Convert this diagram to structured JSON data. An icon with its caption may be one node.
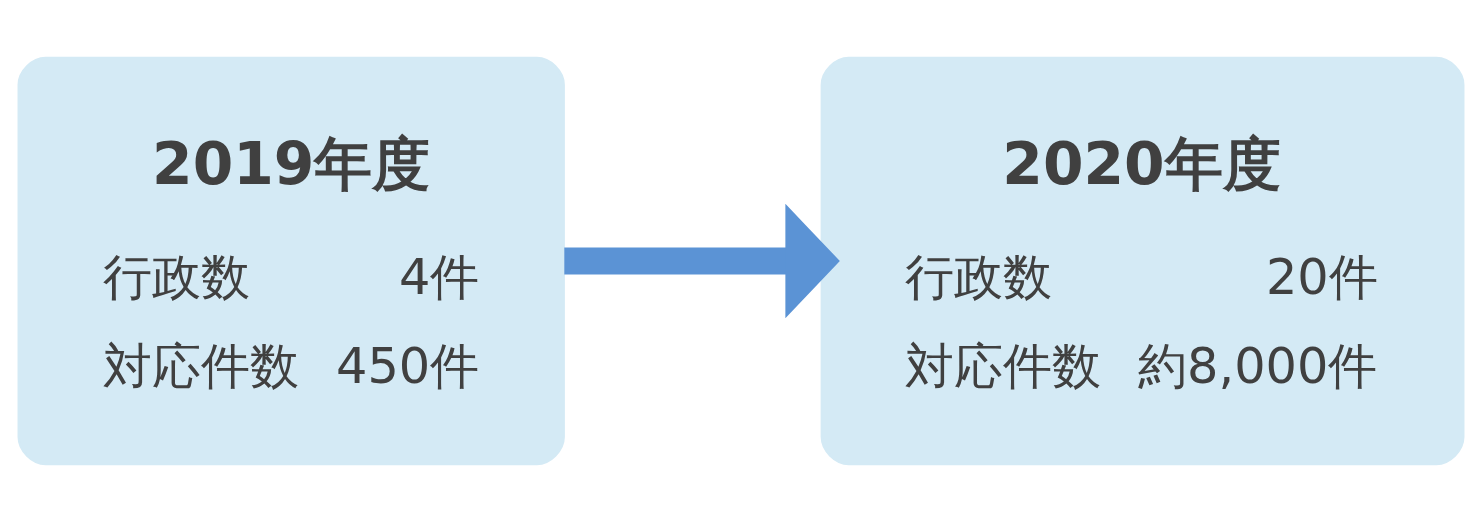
{
  "diagram": {
    "nodes": [
      {
        "text": [
          "2019年度",
          "行政数",
          "4件",
          "対応件数",
          "450件"
        ]
      },
      {
        "text": [
          "2020年度",
          "行政数",
          "20件",
          "対応件数",
          "約8,000件"
        ]
      }
    ],
    "edges": [
      {
        "from": 0,
        "to": 1,
        "arrow": "to"
      }
    ]
  }
}
